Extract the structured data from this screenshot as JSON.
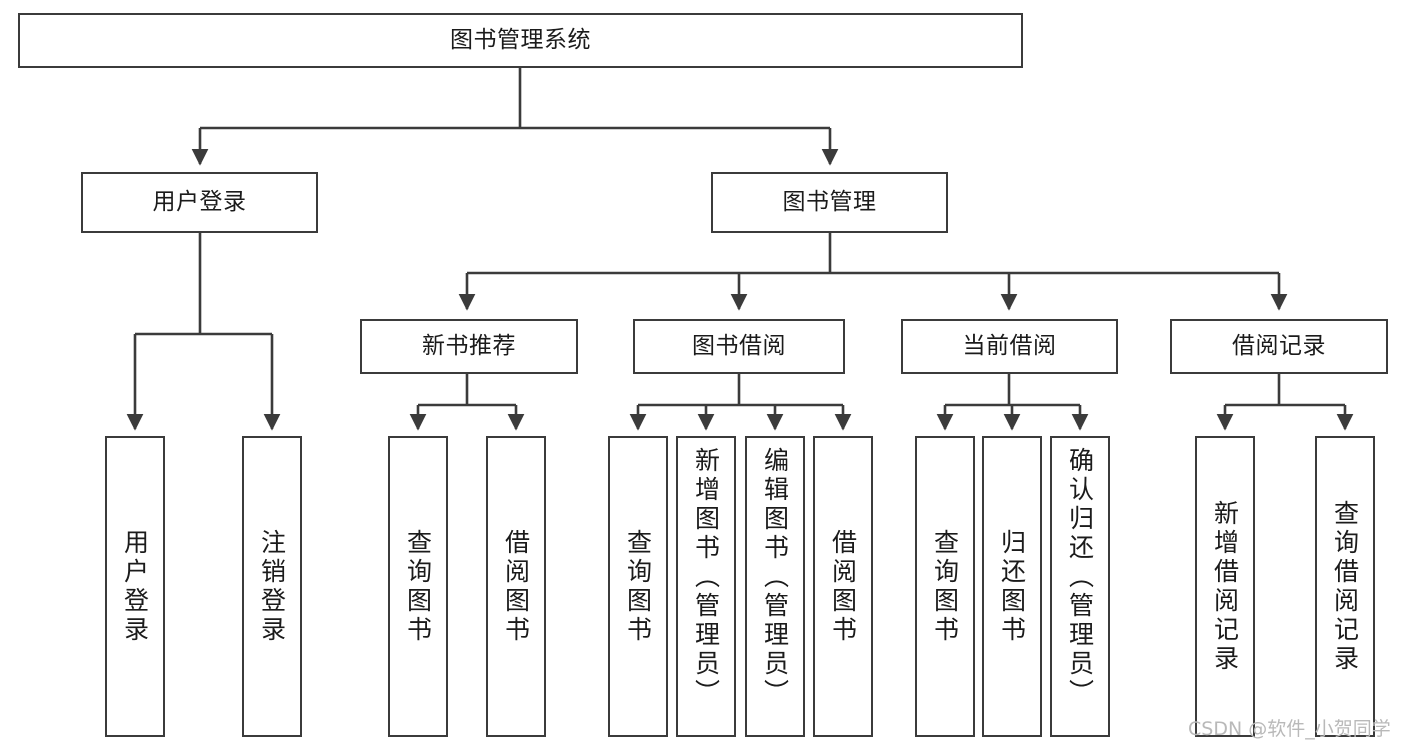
{
  "diagram": {
    "type": "tree-hierarchy",
    "title": "图书管理系统",
    "orientation": "top-down",
    "colors": {
      "box_border": "#3b3b3b",
      "box_fill": "#ffffff",
      "edge": "#3b3b3b",
      "text": "#1b1b1b",
      "watermark": "#b9b9b9",
      "background": "#ffffff"
    },
    "root": {
      "id": "root",
      "label": "图书管理系统"
    },
    "level1": [
      {
        "id": "user-login",
        "label": "用户登录"
      },
      {
        "id": "book-manage",
        "label": "图书管理"
      }
    ],
    "level2": [
      {
        "id": "new-book-recommend",
        "label": "新书推荐",
        "parent": "book-manage"
      },
      {
        "id": "book-borrow",
        "label": "图书借阅",
        "parent": "book-manage"
      },
      {
        "id": "current-borrow",
        "label": "当前借阅",
        "parent": "book-manage"
      },
      {
        "id": "borrow-record",
        "label": "借阅记录",
        "parent": "book-manage"
      }
    ],
    "leaves": {
      "user-login": [
        {
          "id": "leaf-user-login",
          "label": "用户登录"
        },
        {
          "id": "leaf-logout",
          "label": "注销登录"
        }
      ],
      "new-book-recommend": [
        {
          "id": "leaf-query-book-1",
          "label": "查询图书"
        },
        {
          "id": "leaf-borrow-book-1",
          "label": "借阅图书"
        }
      ],
      "book-borrow": [
        {
          "id": "leaf-query-book-2",
          "label": "查询图书"
        },
        {
          "id": "leaf-add-book",
          "label": "新增图书（管理员）"
        },
        {
          "id": "leaf-edit-book",
          "label": "编辑图书（管理员）"
        },
        {
          "id": "leaf-borrow-book-2",
          "label": "借阅图书"
        }
      ],
      "current-borrow": [
        {
          "id": "leaf-query-book-3",
          "label": "查询图书"
        },
        {
          "id": "leaf-return-book",
          "label": "归还图书"
        },
        {
          "id": "leaf-confirm-return",
          "label": "确认归还（管理员）"
        }
      ],
      "borrow-record": [
        {
          "id": "leaf-add-record",
          "label": "新增借阅记录"
        },
        {
          "id": "leaf-query-record",
          "label": "查询借阅记录"
        }
      ]
    }
  },
  "watermark": {
    "text": "CSDN @软件_小贺同学"
  }
}
